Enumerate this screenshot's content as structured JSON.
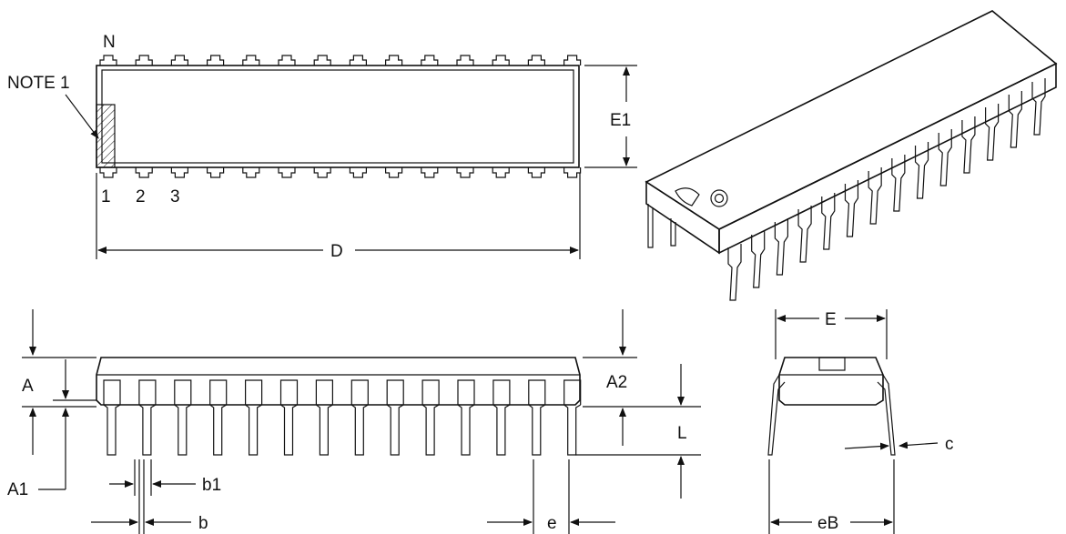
{
  "top_view": {
    "pin_n": "N",
    "note": "NOTE 1",
    "pin_numbers": [
      "1",
      "2",
      "3"
    ],
    "dim_length": "D",
    "dim_width": "E1"
  },
  "side_view": {
    "dim_a": "A",
    "dim_a1": "A1",
    "dim_a2": "A2",
    "dim_l": "L",
    "dim_b1": "b1",
    "dim_b": "b",
    "dim_e": "e"
  },
  "end_view": {
    "dim_e_upper": "E",
    "dim_eb": "eB",
    "dim_c": "c"
  },
  "colors": {
    "ink": "#111111",
    "background": "#ffffff"
  }
}
